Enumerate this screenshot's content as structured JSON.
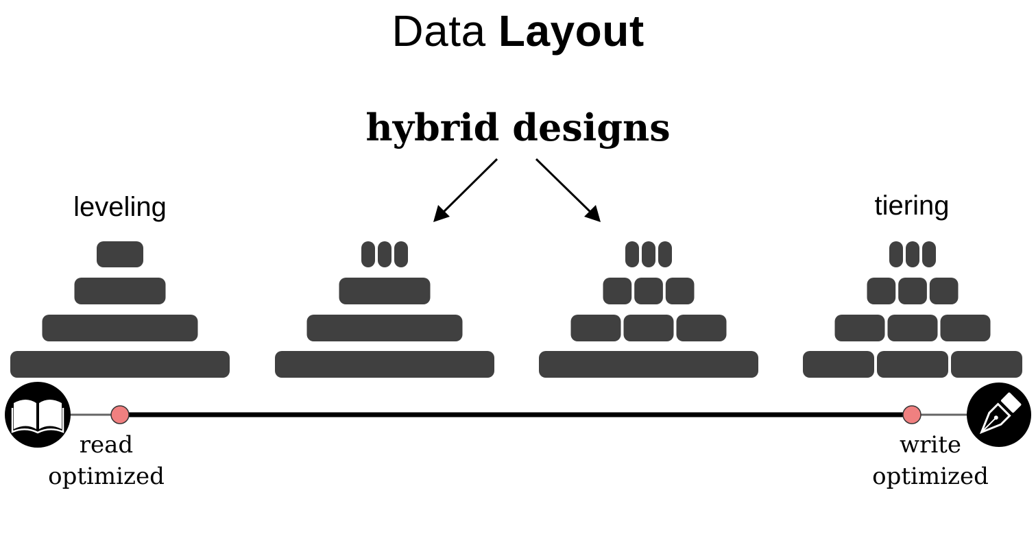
{
  "title": {
    "light": "Data",
    "bold": "Layout"
  },
  "subtitle": "hybrid designs",
  "labels": {
    "left": "leveling",
    "right": "tiering"
  },
  "ends": {
    "left": {
      "line1": "read",
      "line2": "optimized",
      "icon": "book-icon"
    },
    "right": {
      "line1": "write",
      "line2": "optimized",
      "icon": "pen-nib-icon"
    }
  },
  "colors": {
    "block": "#404040",
    "marker": "#f08080",
    "axis": "#000000"
  },
  "diagrams": [
    {
      "name": "leveling",
      "levels": [
        1,
        1,
        1,
        1
      ]
    },
    {
      "name": "hybrid-1",
      "levels": [
        3,
        1,
        1,
        1
      ]
    },
    {
      "name": "hybrid-2",
      "levels": [
        3,
        3,
        3,
        1
      ]
    },
    {
      "name": "tiering",
      "levels": [
        3,
        3,
        3,
        3
      ]
    }
  ]
}
